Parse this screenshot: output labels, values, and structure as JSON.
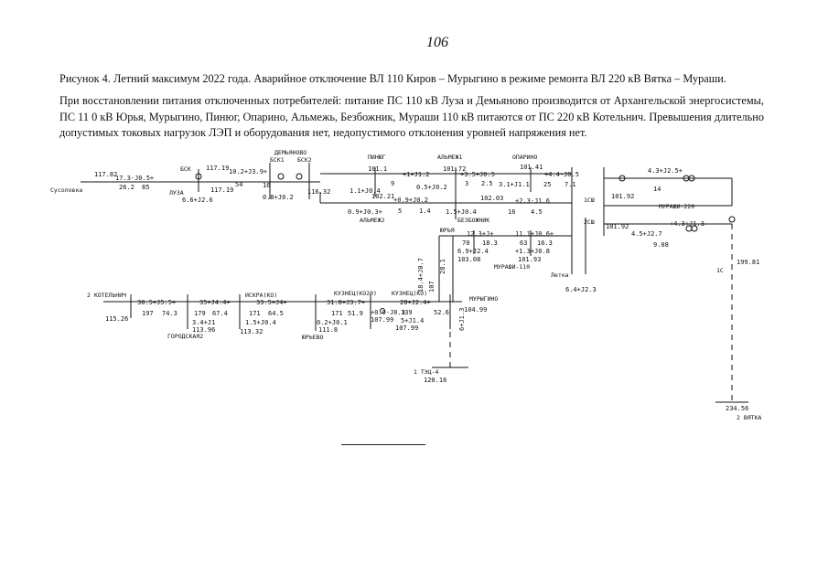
{
  "page_number": "106",
  "caption": "Рисунок 4. Летний максимум 2022 года. Аварийное отключение ВЛ 110 Киров – Мурыгино в режиме ремонта ВЛ 220 кВ Вятка – Мураши.",
  "paragraph": "При восстановлении питания отключенных потребителей: питание ПС 110 кВ Луза и Демьяново производится от Архангельской энергосистемы, ПС 11 0 кВ Юрья, Мурыгино, Пинюг, Опарино, Альмежь, Безбожник, Мураши 110 кВ питаются от ПС 220 кВ Котельнич. Превышения длительно допустимых токовых нагрузок ЛЭП и оборудования нет, недопустимого отклонения уровней напряжения нет.",
  "diagram": {
    "labels": [
      {
        "id": "sus_v",
        "text": "117.82"
      },
      {
        "id": "sus_flow",
        "text": "17.3-J0.5+"
      },
      {
        "id": "sus_cur",
        "text": "26.2"
      },
      {
        "id": "sus_pct",
        "text": "85"
      },
      {
        "id": "sus_name",
        "text": "Сусоловка"
      },
      {
        "id": "bsk",
        "text": "БСК"
      },
      {
        "id": "luza_v",
        "text": "117.19"
      },
      {
        "id": "luza_name",
        "text": "ЛУЗА"
      },
      {
        "id": "luza_load",
        "text": "6.6+J2.6"
      },
      {
        "id": "luza_v2",
        "text": "117.19"
      },
      {
        "id": "dem_name",
        "text": "ДЕМЬЯНОВО"
      },
      {
        "id": "bsk1",
        "text": "БСК1"
      },
      {
        "id": "bsk2",
        "text": "БСК2"
      },
      {
        "id": "dem_flow",
        "text": "10.2+J3.9+"
      },
      {
        "id": "dem_cur",
        "text": "54"
      },
      {
        "id": "dem_pct",
        "text": "16"
      },
      {
        "id": "dem_load",
        "text": "0.8+J0.2"
      },
      {
        "id": "dem_v",
        "text": "116.32"
      },
      {
        "id": "pin_name",
        "text": "ПИНЮГ"
      },
      {
        "id": "pin_v",
        "text": "101.1"
      },
      {
        "id": "pin_flow1",
        "text": "1.1+J0.4"
      },
      {
        "id": "pin_cur1",
        "text": "9"
      },
      {
        "id": "pin_v2",
        "text": "102.21"
      },
      {
        "id": "pin_flow2",
        "text": "+1+J1.2"
      },
      {
        "id": "pin_flow3",
        "text": "0.5+J0.2"
      },
      {
        "id": "alm_name",
        "text": "АЛЬМЕЖ1"
      },
      {
        "id": "alm_v",
        "text": "101.72"
      },
      {
        "id": "alm_flow",
        "text": "+3.5+J0.5"
      },
      {
        "id": "alm_c1",
        "text": "3"
      },
      {
        "id": "alm_c2",
        "text": "2.5"
      },
      {
        "id": "opa_name",
        "text": "ОПАРИНО"
      },
      {
        "id": "opa_v",
        "text": "101.41"
      },
      {
        "id": "opa_flow",
        "text": "+4.4-J0.5"
      },
      {
        "id": "opa_load",
        "text": "3.1+J1.1"
      },
      {
        "id": "opa_c1",
        "text": "25"
      },
      {
        "id": "opa_c2",
        "text": "7.1"
      },
      {
        "id": "mid_flow",
        "text": "+0.9+J0.2"
      },
      {
        "id": "alm2_flow",
        "text": "0.9+J0.3+"
      },
      {
        "id": "alm2_c1",
        "text": "5"
      },
      {
        "id": "alm2_c2",
        "text": "1.4"
      },
      {
        "id": "alm2_name",
        "text": "АЛЬМЕЖ2"
      },
      {
        "id": "bez_v",
        "text": "102.03"
      },
      {
        "id": "bez_flow",
        "text": "+2.3-J1.6"
      },
      {
        "id": "bez_load",
        "text": "1.5+J0.4"
      },
      {
        "id": "bez_c1",
        "text": "16"
      },
      {
        "id": "bez_c2",
        "text": "4.5"
      },
      {
        "id": "bez_name",
        "text": "БЕЗБОЖНИК"
      },
      {
        "id": "sh1",
        "text": "1СШ"
      },
      {
        "id": "sh2",
        "text": "2СШ"
      },
      {
        "id": "sh_v1",
        "text": "101.92"
      },
      {
        "id": "sh_v2",
        "text": "101.92"
      },
      {
        "id": "mur220_flow",
        "text": "4.3+J2.5+"
      },
      {
        "id": "mur220_c",
        "text": "14"
      },
      {
        "id": "mur220_name",
        "text": "МУРАШИ-220"
      },
      {
        "id": "mur220_flow2",
        "text": "+4.3+J1.3"
      },
      {
        "id": "tr_flow",
        "text": "4.5+J2.7"
      },
      {
        "id": "tr_v",
        "text": "9.08"
      },
      {
        "id": "yur_name",
        "text": "ЮРЬЯ"
      },
      {
        "id": "yur_flow",
        "text": "12.3+J+"
      },
      {
        "id": "yur_c1",
        "text": "70"
      },
      {
        "id": "yur_c2",
        "text": "18.3"
      },
      {
        "id": "yur_load",
        "text": "6.9+J2.4"
      },
      {
        "id": "yur_v",
        "text": "103.08"
      },
      {
        "id": "mur110_flow",
        "text": "11.1+J0.6+"
      },
      {
        "id": "mur110_c1",
        "text": "63"
      },
      {
        "id": "mur110_c2",
        "text": "16.3"
      },
      {
        "id": "mur110_load",
        "text": "+1.3+J0.8"
      },
      {
        "id": "mur110_v",
        "text": "101.93"
      },
      {
        "id": "mur110_name",
        "text": "МУРАШИ-110"
      },
      {
        "id": "letka_name",
        "text": "Летка"
      },
      {
        "id": "letka_load",
        "text": "6.4+J2.3"
      },
      {
        "id": "vert_flow",
        "text": "18.4+J0.7"
      },
      {
        "id": "vert_c1",
        "text": "107"
      },
      {
        "id": "vert_c2",
        "text": "28.1"
      },
      {
        "id": "kot_name",
        "text": "2 КОТЕЛЬНИЧ"
      },
      {
        "id": "kot_flow",
        "text": "38.5+J5.5+"
      },
      {
        "id": "kot_c1",
        "text": "197"
      },
      {
        "id": "kot_c2",
        "text": "74.3"
      },
      {
        "id": "kot_v",
        "text": "115.26"
      },
      {
        "id": "gor_flow",
        "text": "35+J4.4+"
      },
      {
        "id": "gor_c1",
        "text": "179"
      },
      {
        "id": "gor_c2",
        "text": "67.4"
      },
      {
        "id": "gor_load",
        "text": "3.4+J1"
      },
      {
        "id": "gor_v",
        "text": "113.96"
      },
      {
        "id": "gor_name",
        "text": "ГОРОДСКАЯ2"
      },
      {
        "id": "isk_name",
        "text": "ИСКРА(КО)"
      },
      {
        "id": "isk_flow",
        "text": "33.5+J4+"
      },
      {
        "id": "isk_c1",
        "text": "171"
      },
      {
        "id": "isk_c2",
        "text": "64.5"
      },
      {
        "id": "isk_load",
        "text": "1.5+J0.4"
      },
      {
        "id": "isk_v",
        "text": "113.32"
      },
      {
        "id": "kuz1_name",
        "text": "КУЗНЕЦ(КО20)"
      },
      {
        "id": "kuz1_flow",
        "text": "31.8+J3.7+"
      },
      {
        "id": "kuz1_c1",
        "text": "171"
      },
      {
        "id": "kuz1_c2",
        "text": "51.9"
      },
      {
        "id": "yurevo_load",
        "text": "0.2+J0.1"
      },
      {
        "id": "yurevo_v",
        "text": "111.8"
      },
      {
        "id": "yurevo_name",
        "text": "ЮРЬЕВО"
      },
      {
        "id": "kuz2_name",
        "text": "КУЗНЕЦ(КО)"
      },
      {
        "id": "kuz2_flow",
        "text": "28+J2.4+"
      },
      {
        "id": "kuz2_c1",
        "text": "139"
      },
      {
        "id": "kuz2_c2",
        "text": "52.6"
      },
      {
        "id": "kuz2_load1",
        "text": "+0.9-J0.3"
      },
      {
        "id": "kuz2_v1",
        "text": "107.99"
      },
      {
        "id": "kuz2_load2",
        "text": "5+J1.4"
      },
      {
        "id": "kuz2_v2",
        "text": "107.99"
      },
      {
        "id": "myr_name",
        "text": "МУРЫГИНО"
      },
      {
        "id": "myr_v",
        "text": "104.99"
      },
      {
        "id": "myr_load",
        "text": "6+J1.3"
      },
      {
        "id": "tec_name",
        "text": "1 ТЭЦ-4"
      },
      {
        "id": "tec_v",
        "text": "120.16"
      },
      {
        "id": "vyat_v",
        "text": "234.56"
      },
      {
        "id": "vyat_name",
        "text": "2 ВЯТКА"
      },
      {
        "id": "r_flow",
        "text": "199.81"
      },
      {
        "id": "r_1c",
        "text": "1С"
      }
    ]
  }
}
